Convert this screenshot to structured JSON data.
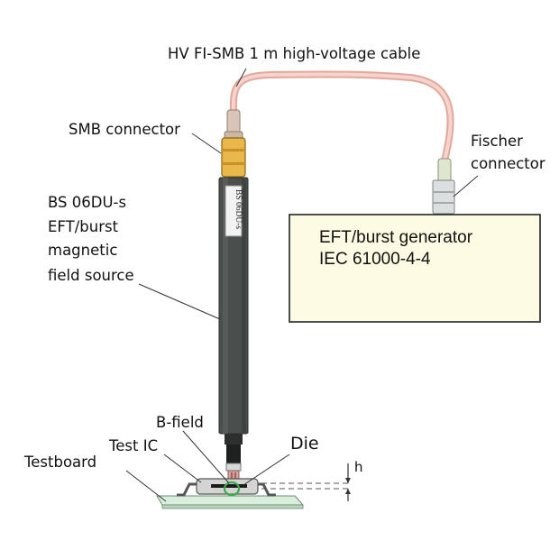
{
  "labels": {
    "cable": "HV FI-SMB 1 m high-voltage cable",
    "smb_connector": "SMB connector",
    "fischer_line1": "Fischer",
    "fischer_line2": "connector",
    "source_line1": "BS 06DU-s",
    "source_line2": "EFT/burst",
    "source_line3": "magnetic",
    "source_line4": "field source",
    "probe_tag": "BS 06DU-s",
    "b_field": "B-field",
    "test_ic": "Test IC",
    "die": "Die",
    "testboard": "Testboard",
    "height": "h"
  },
  "generator": {
    "line1": "EFT/burst generator",
    "line2": "IEC 61000-4-4"
  },
  "colors": {
    "generator_fill": "#fdfbe3",
    "cable": "#f2c1b8",
    "smb_connector": "#e9b84a",
    "probe_body": "#4a4f4d",
    "testboard": "#d9eedc",
    "ic_body": "#d4d4d4",
    "field_loop": "#3daa4a"
  }
}
